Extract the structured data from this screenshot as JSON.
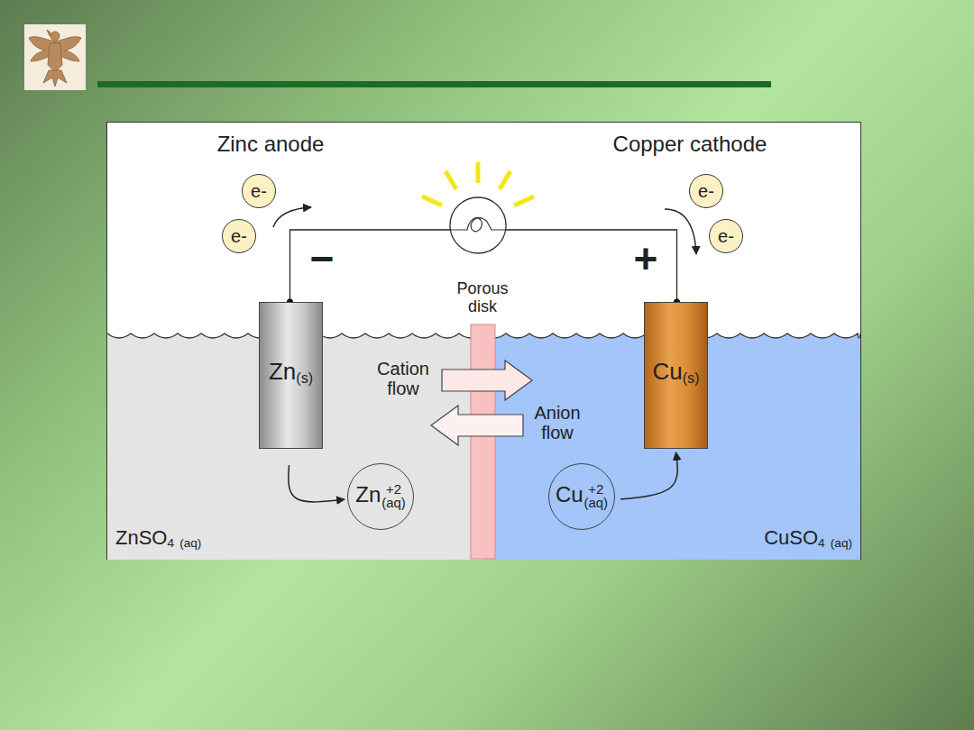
{
  "diagram": {
    "nodes": [
      {
        "text": [
          "e-"
        ]
      },
      {
        "text": [
          "e-"
        ]
      },
      {
        "text": [
          "e-"
        ]
      },
      {
        "text": [
          "e-"
        ]
      },
      {
        "text": [
          "ZnSO4 (aq)"
        ]
      },
      {
        "text": [
          "Zn(s)"
        ],
        "in": 4
      },
      {
        "text": [
          "Zn+2(aq)"
        ],
        "in": 4
      },
      {
        "text": [
          "CuSO4 (aq)"
        ]
      },
      {
        "text": [
          "Cu(s)"
        ],
        "in": 7
      },
      {
        "text": [
          "Cu+2(aq)"
        ],
        "in": 7
      }
    ],
    "edges": [
      {
        "from": 5,
        "to": 8,
        "arrow": "none"
      },
      {
        "from": 5,
        "to": 6,
        "arrow": "to"
      },
      {
        "from": 9,
        "to": 8,
        "arrow": "to"
      }
    ],
    "labels": [
      "Zinc anode",
      "Copper cathode",
      "−",
      "+",
      "Porous disk",
      "Cation flow",
      "Anion flow"
    ]
  }
}
